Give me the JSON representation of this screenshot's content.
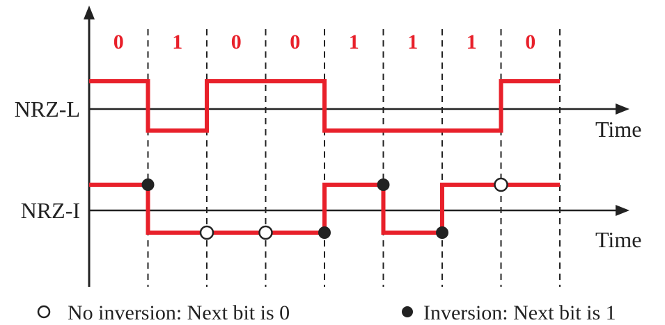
{
  "bits": [
    "0",
    "1",
    "0",
    "0",
    "1",
    "1",
    "1",
    "0"
  ],
  "signals": [
    {
      "name": "NRZ-L",
      "axis_label": "Time",
      "levels": [
        1,
        0,
        1,
        1,
        0,
        0,
        0,
        1
      ]
    },
    {
      "name": "NRZ-I",
      "axis_label": "Time",
      "levels": [
        1,
        0,
        0,
        0,
        1,
        0,
        1,
        1
      ]
    }
  ],
  "nrzi_markers": [
    {
      "type": "filled"
    },
    {
      "type": "open"
    },
    {
      "type": "open"
    },
    {
      "type": "filled"
    },
    {
      "type": "filled"
    },
    {
      "type": "filled"
    },
    {
      "type": "open"
    }
  ],
  "legend": {
    "no_inversion": "No inversion: Next bit is 0",
    "inversion": "Inversion: Next bit is 1"
  },
  "colors": {
    "signal": "#e8202a",
    "bit_label": "#e8202a",
    "axis": "#222222",
    "text": "#222222"
  }
}
